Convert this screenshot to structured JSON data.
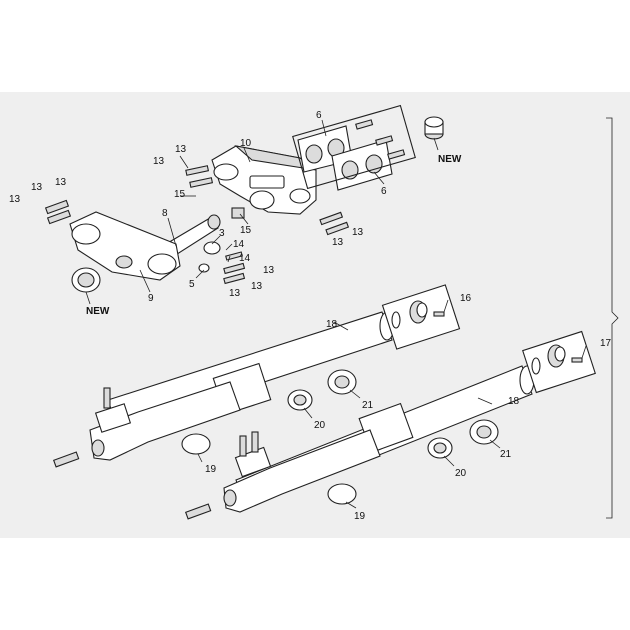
{
  "diagram": {
    "callouts": {
      "c6a": "6",
      "c6b": "6",
      "c10": "10",
      "c8": "8",
      "c9": "9",
      "c3": "3",
      "c5": "5",
      "c14a": "14",
      "c14b": "14",
      "c13a": "13",
      "c13b": "13",
      "c13c": "13",
      "c13d": "13",
      "c13e": "13",
      "c13f": "13",
      "c13g": "13",
      "c13h": "13",
      "c13i": "13",
      "c13j": "13",
      "c15a": "15",
      "c15b": "15",
      "c16": "16",
      "c17": "17",
      "c18a": "18",
      "c18b": "18",
      "c19a": "19",
      "c19b": "19",
      "c20a": "20",
      "c20b": "20",
      "c21a": "21",
      "c21b": "21"
    },
    "new_label_1": "NEW",
    "new_label_2": "NEW"
  }
}
